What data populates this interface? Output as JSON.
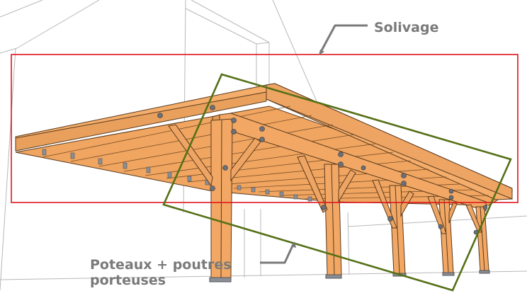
{
  "diagram": {
    "subject": "timber carport structure (3D model)",
    "annotations": [
      {
        "id": "solivage",
        "label": "Solivage",
        "box_color": "#e0141e",
        "box_shape": "rectangle"
      },
      {
        "id": "poteaux",
        "label_line1": "Poteaux + poutres",
        "label_line2": "porteuses",
        "box_color": "#557016",
        "box_shape": "rotated-rectangle"
      }
    ],
    "colors": {
      "wood": "#f2a864",
      "wood_shade": "#e59a55",
      "wood_dark": "#d48a47",
      "outline": "#5a3a1e",
      "bolt": "#6b6f78",
      "leader": "#7a7a7a",
      "background_lines": "#b8b8b8"
    },
    "posts_count": 5
  }
}
